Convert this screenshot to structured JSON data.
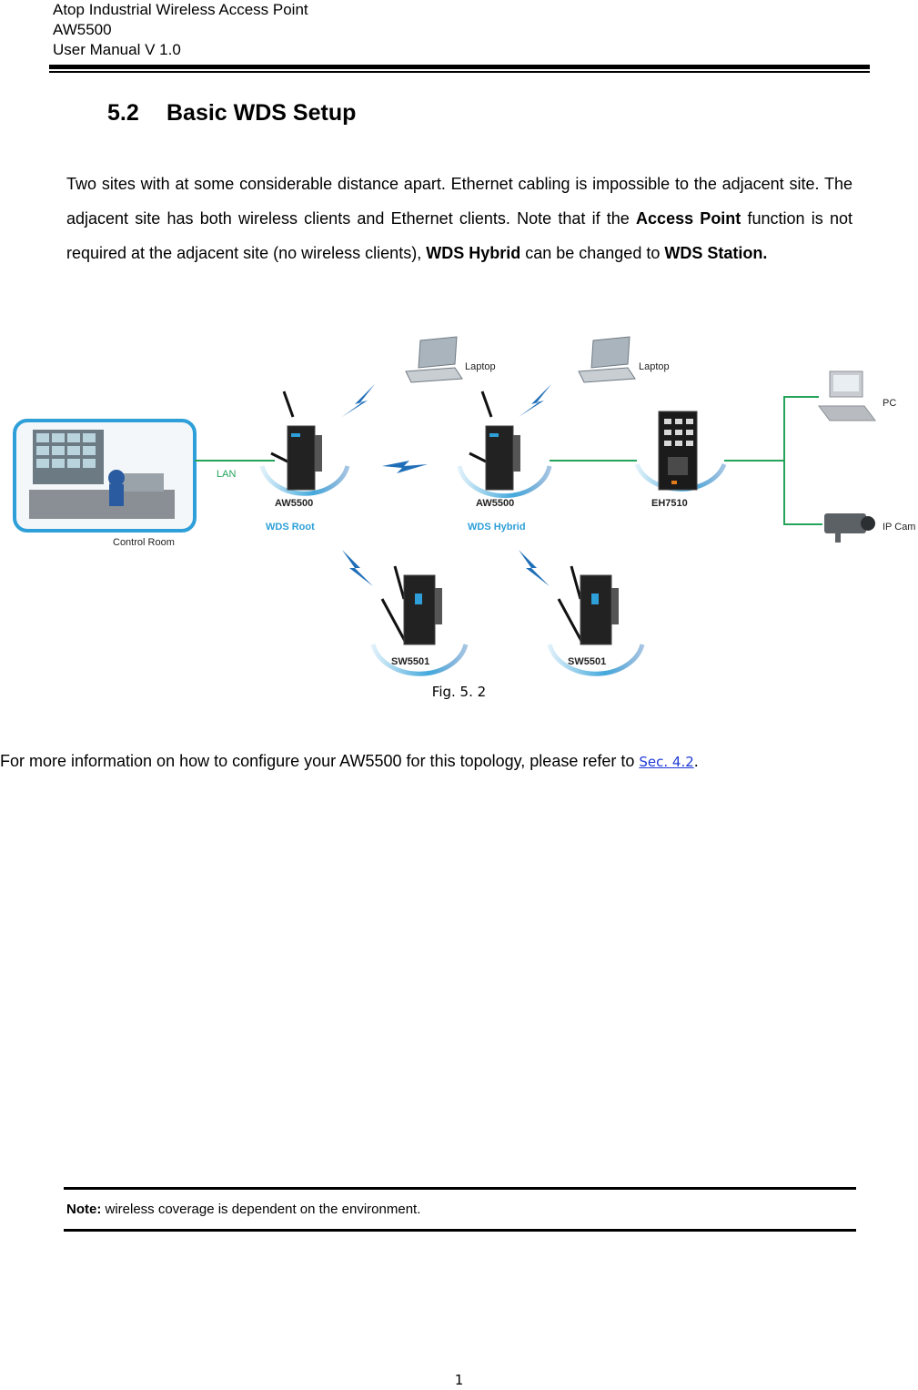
{
  "header": {
    "line1": "Atop Industrial Wireless Access Point",
    "line2": "AW5500",
    "line3": "User Manual V 1.0"
  },
  "section": {
    "number": "5.2",
    "title": "Basic WDS Setup"
  },
  "paragraph": {
    "part1": "Two sites with at some considerable distance apart. Ethernet cabling is impossible to the adjacent site. The adjacent site has both wireless clients and Ethernet clients. Note that if the ",
    "bold1": "Access Point",
    "part2": " function is not required at the adjacent site (no wireless clients), ",
    "bold2": "WDS Hybrid",
    "part3": " can be changed to ",
    "bold3": "WDS Station."
  },
  "diagram": {
    "control_room_label": "Control Room",
    "lan_label": "LAN",
    "laptop1_label": "Laptop",
    "laptop2_label": "Laptop",
    "ap_root_model": "AW5500",
    "ap_root_role": "WDS Root",
    "ap_hybrid_model": "AW5500",
    "ap_hybrid_role": "WDS Hybrid",
    "switch_model": "EH7510",
    "pc_label": "PC",
    "ipcam_label": "IP Cam",
    "station1_model": "SW5501",
    "station2_model": "SW5501",
    "colors": {
      "accent": "#2e9fd8",
      "link": "#23a45a",
      "device": "#222222",
      "bolt": "#1f6fb8"
    }
  },
  "figure": {
    "caption": "Fig. 5. 2"
  },
  "more_info": {
    "text": "For more information on how to configure your AW5500 for this topology, please refer to ",
    "link": "Sec. 4.2",
    "suffix": "."
  },
  "note": {
    "label": "Note:",
    "text": " wireless coverage is dependent on the environment."
  },
  "page_number": "1"
}
